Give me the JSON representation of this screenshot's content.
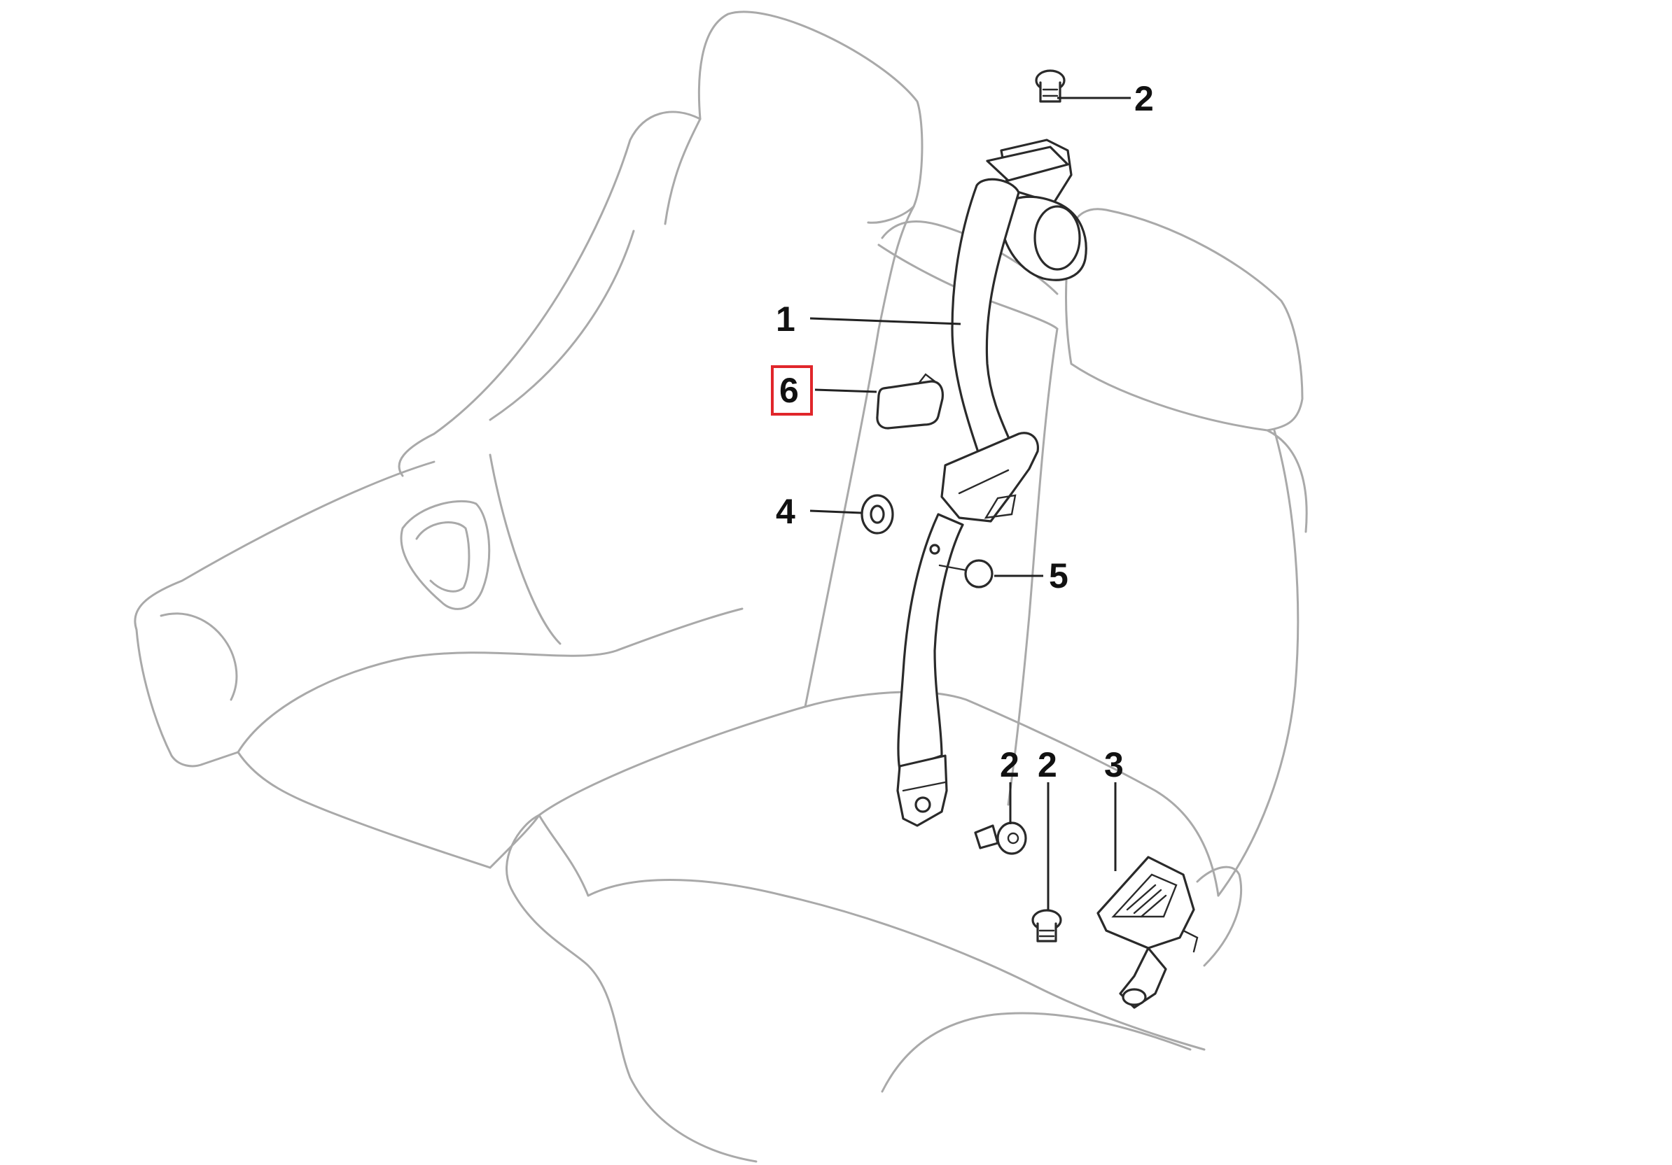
{
  "callouts": [
    {
      "id": "belt",
      "label": "1"
    },
    {
      "id": "bolt-top",
      "label": "2"
    },
    {
      "id": "bolt-lower-left",
      "label": "2"
    },
    {
      "id": "bolt-lower-right",
      "label": "2"
    },
    {
      "id": "buckle",
      "label": "3"
    },
    {
      "id": "spacer",
      "label": "4"
    },
    {
      "id": "button-stop",
      "label": "5"
    },
    {
      "id": "guide-cover",
      "label": "6"
    }
  ],
  "highlight": {
    "callout": "6",
    "color": "#e0262b"
  },
  "colors": {
    "outline": "#a9a9a9",
    "part": "#2a2a2a",
    "label": "#111111"
  }
}
